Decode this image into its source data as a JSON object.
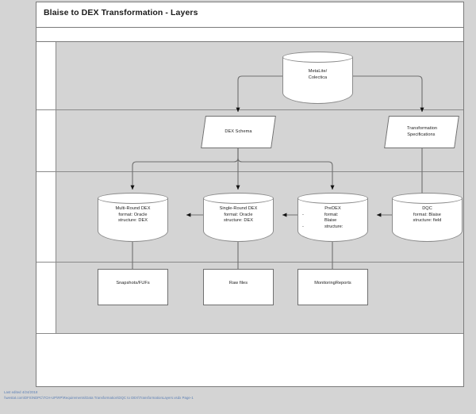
{
  "page": {
    "title": "Blaise to DEX Transformation - Layers",
    "background_color": "#d4d4d4",
    "sheet_color": "#ffffff",
    "lane_fill": "#d4d4d4",
    "line_color": "#8a8a8a",
    "text_color": "#1b1b1b"
  },
  "lanes": [
    {
      "label": ""
    },
    {
      "label": ""
    },
    {
      "label": ""
    },
    {
      "label": ""
    }
  ],
  "shapes": {
    "metalite": {
      "name": "MetaLite/Colectica",
      "line1": "MetaLite/",
      "line2": "Colectica",
      "type": "database"
    },
    "dex_schema": {
      "name": "DEX Schema",
      "line1": "DEX Schema",
      "type": "data"
    },
    "transformation_specs": {
      "name": "Transformation Specifications",
      "line1": "Transformation",
      "line2": "Specifications",
      "type": "data"
    },
    "multi_round_dex": {
      "name": "Multi-Round DEX",
      "line1": "Multi-Round DEX",
      "line2": "format: Oracle",
      "line3": "structure: DEX",
      "type": "database"
    },
    "single_round_dex": {
      "name": "Single-Round DEX",
      "line1": "Single-Round DEX",
      "line2": "format: Oracle",
      "line3": "structure: DEX",
      "type": "database"
    },
    "predex": {
      "name": "PreDEX",
      "line1": "PreDEX",
      "bullet1_marker": "-",
      "bullet1_text": "format:",
      "bullet1_text2": "Blaise",
      "bullet2_marker": "-",
      "bullet2_text": "structure:",
      "type": "database"
    },
    "dqc": {
      "name": "DQC",
      "line1": "DQC",
      "line2": "format: Blaise",
      "line3": "structure: field",
      "type": "database"
    },
    "snapshots": {
      "name": "Snapshots/FUFs",
      "line1": "Snapshots/FUFs",
      "type": "process"
    },
    "raw_files": {
      "name": "Raw files",
      "line1": "Raw files",
      "type": "process"
    },
    "monitoring_reports": {
      "name": "MonitoringReports",
      "line1": "MonitoringReports",
      "type": "process"
    }
  },
  "footer": {
    "line1": "Last edited 4/24/2018",
    "line2": "\\\\westat.com\\DFS\\NDPC\\TCH-UP\\RP\\Requirements\\Data Transformation\\DQC to DEX\\TransformationLayers.vsdx Page-1",
    "color": "#5b7fb5"
  }
}
